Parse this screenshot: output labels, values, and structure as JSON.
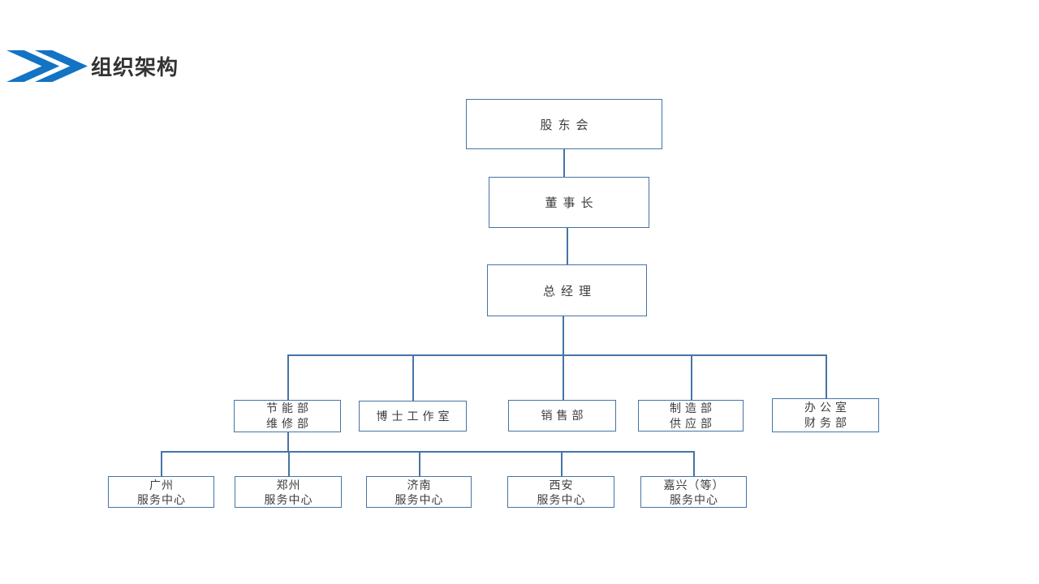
{
  "header": {
    "title": "组织架构"
  },
  "colors": {
    "accent": "#1373c4",
    "line": "#4674a5",
    "text": "#3d3d3d"
  },
  "chart_nodes": {
    "shareholders": "股东会",
    "chairman": "董事长",
    "general_manager": "总经理",
    "energy_maintenance": "节能部\n维修部",
    "doctor_studio": "博士工作室",
    "sales": "销售部",
    "manufacturing_supply": "制造部\n供应部",
    "office_finance": "办公室\n财务部",
    "guangzhou": "广州\n服务中心",
    "zhengzhou": "郑州\n服务中心",
    "jinan": "济南\n服务中心",
    "xian": "西安\n服务中心",
    "jiaxing_etc": "嘉兴（等）\n服务中心"
  }
}
